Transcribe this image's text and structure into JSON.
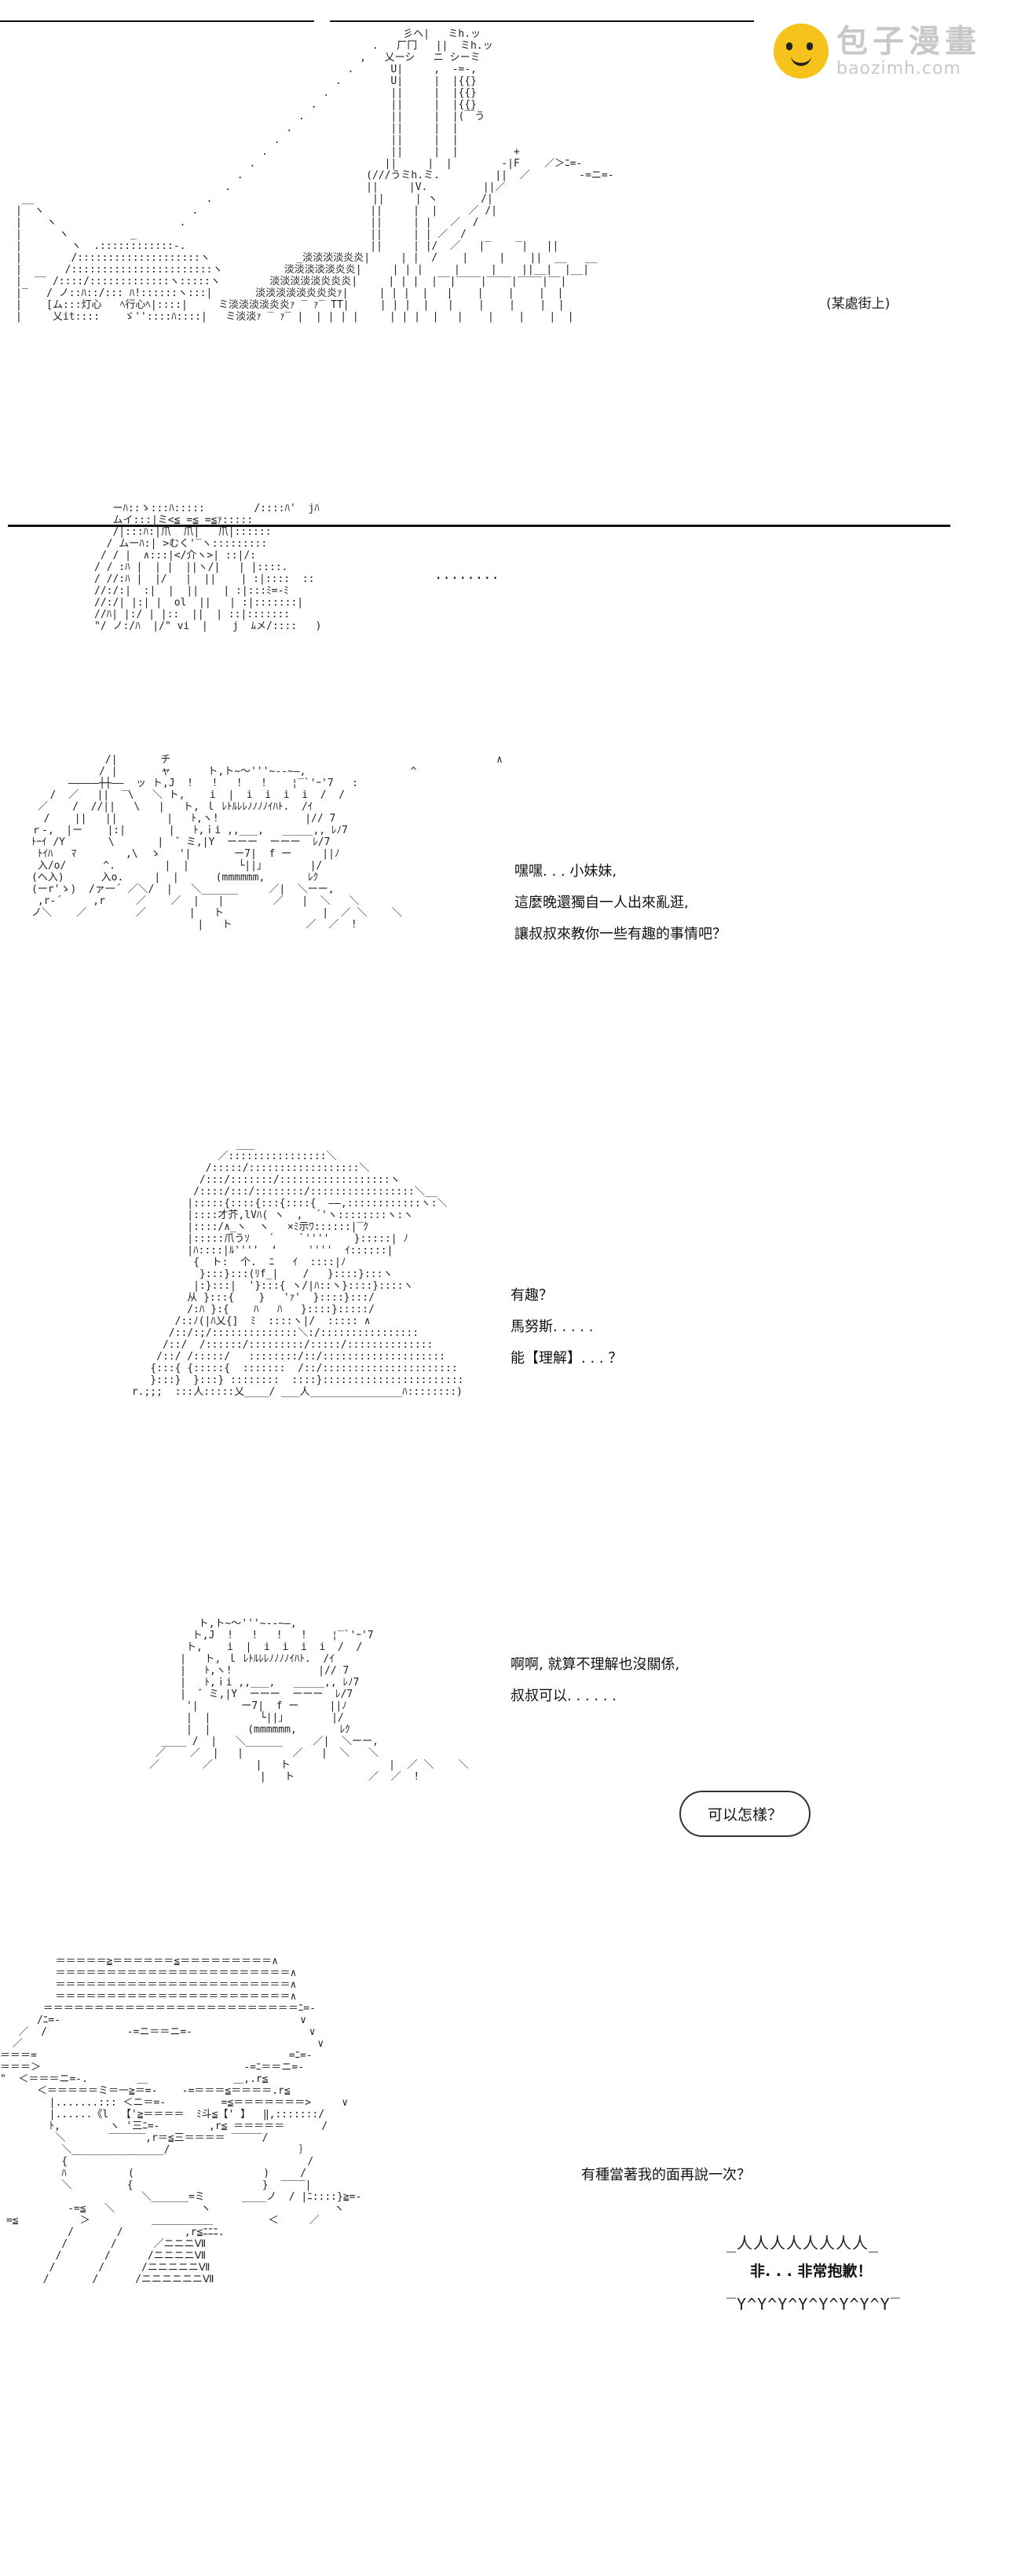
{
  "watermark": {
    "name_cn": "包子漫畫",
    "site": "baozimh.com"
  },
  "panels": [
    {
      "location_caption": "(某處街上)",
      "dots": "........"
    },
    {
      "lines": [
        "嘿嘿. . . 小妹妹,",
        "這麼晚還獨自一人出來亂逛,",
        "讓叔叔來教你一些有趣的事情吧？"
      ]
    },
    {
      "lines": [
        "有趣？",
        "馬努斯. . . . .",
        "能【理解】. . . ？"
      ]
    },
    {
      "lines": [
        "啊啊, 就算不理解也沒關係,",
        "叔叔可以. . . . . ."
      ],
      "bubble": "可以怎樣？"
    },
    {
      "lines": [
        "有種當著我的面再說一次？"
      ],
      "bubble": "非. . . 非常抱歉！"
    }
  ]
}
